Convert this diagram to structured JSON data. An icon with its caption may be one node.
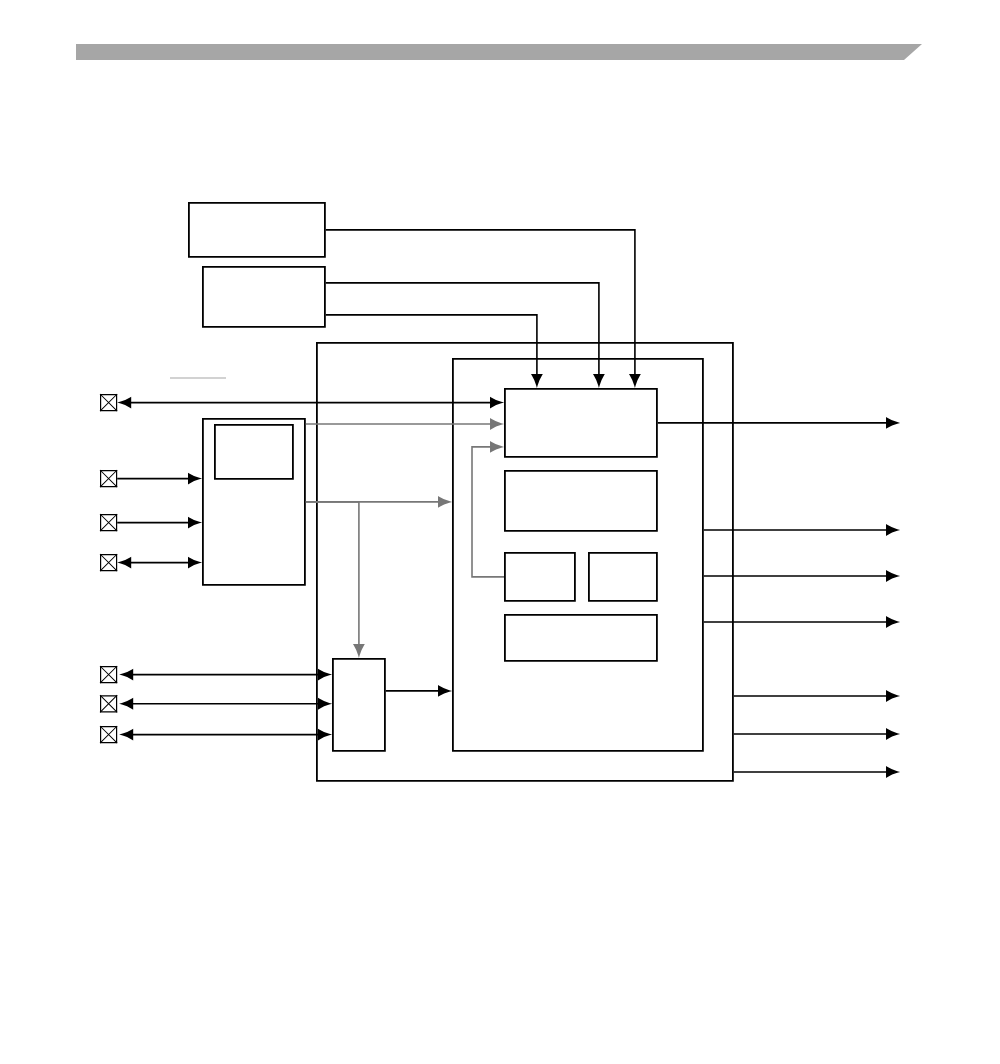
{
  "diagram": {
    "nodes": [
      {
        "text": [],
        "shape": "box"
      },
      {
        "text": [],
        "shape": "box"
      },
      {
        "text": [],
        "shape": "box"
      },
      {
        "text": [],
        "shape": "box",
        "in": 2
      },
      {
        "text": [],
        "shape": "box",
        "in": 3
      },
      {
        "text": [],
        "shape": "box",
        "in": 3
      },
      {
        "text": [],
        "shape": "box",
        "in": 3
      },
      {
        "text": [],
        "shape": "box",
        "in": 3
      },
      {
        "text": [],
        "shape": "box",
        "in": 3
      },
      {
        "text": [],
        "shape": "box"
      },
      {
        "text": [],
        "shape": "box",
        "in": 9
      },
      {
        "text": [],
        "shape": "box",
        "in": 2
      },
      {
        "text": [],
        "shape": "pin"
      },
      {
        "text": [],
        "shape": "pin"
      },
      {
        "text": [],
        "shape": "pin"
      },
      {
        "text": [],
        "shape": "pin"
      },
      {
        "text": [],
        "shape": "pin"
      },
      {
        "text": [],
        "shape": "pin"
      },
      {
        "text": [],
        "shape": "pin"
      }
    ],
    "edges": [
      {
        "from": 0,
        "to": 4,
        "arrow": "to"
      },
      {
        "from": 1,
        "to": 4,
        "arrow": "to"
      },
      {
        "from": 1,
        "to": 4,
        "arrow": "to"
      },
      {
        "from": 12,
        "to": 4,
        "arrow": "both"
      },
      {
        "from": 9,
        "to": 4,
        "arrow": "to",
        "color": "#777777"
      },
      {
        "from": 6,
        "to": 4,
        "arrow": "to",
        "color": "#777777"
      },
      {
        "from": 13,
        "to": 9,
        "arrow": "to"
      },
      {
        "from": 14,
        "to": 9,
        "arrow": "to"
      },
      {
        "from": 15,
        "to": 9,
        "arrow": "both"
      },
      {
        "from": 9,
        "to": 3,
        "arrow": "to",
        "color": "#777777"
      },
      {
        "from": 9,
        "to": 11,
        "arrow": "to",
        "color": "#777777"
      },
      {
        "from": 16,
        "to": 11,
        "arrow": "both"
      },
      {
        "from": 17,
        "to": 11,
        "arrow": "both"
      },
      {
        "from": 18,
        "to": 11,
        "arrow": "both"
      },
      {
        "from": 11,
        "to": 3,
        "arrow": "to"
      },
      {
        "from": 4,
        "to": null,
        "arrow": "to"
      },
      {
        "from": 3,
        "to": null,
        "arrow": "to"
      },
      {
        "from": 3,
        "to": null,
        "arrow": "to"
      },
      {
        "from": 3,
        "to": null,
        "arrow": "to"
      },
      {
        "from": 2,
        "to": null,
        "arrow": "to"
      },
      {
        "from": 2,
        "to": null,
        "arrow": "to"
      },
      {
        "from": 2,
        "to": null,
        "arrow": "to"
      }
    ]
  }
}
